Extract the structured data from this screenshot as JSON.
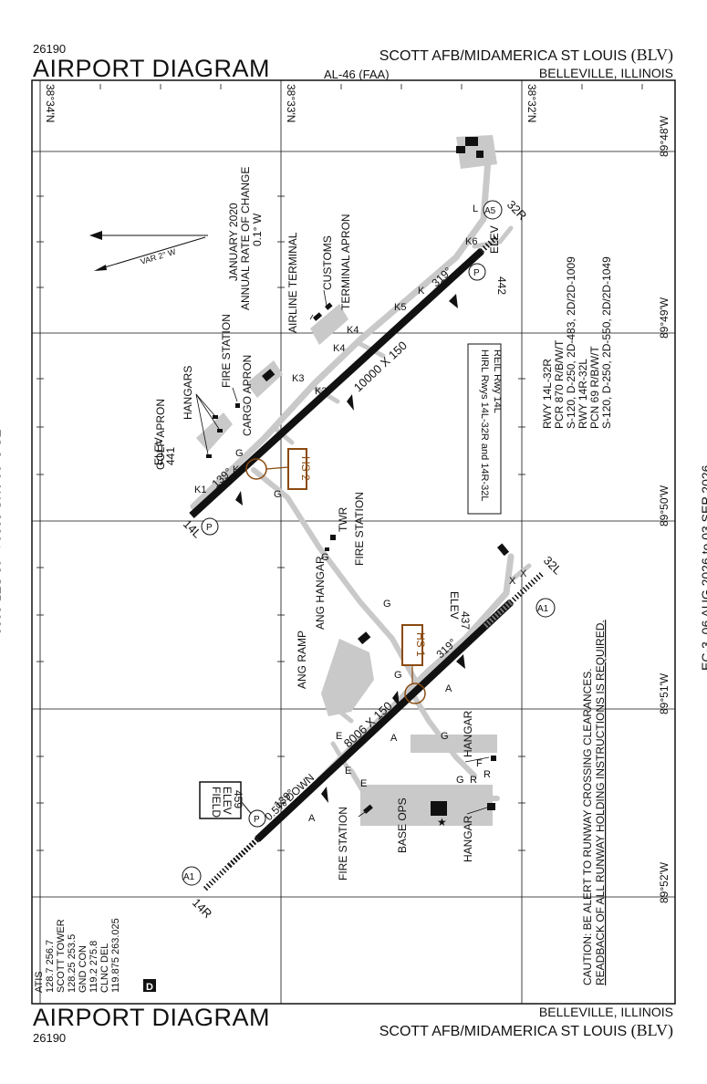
{
  "header": {
    "doc_number": "26190",
    "title": "AIRPORT DIAGRAM",
    "publication": "AL-46 (FAA)",
    "airport_name": "SCOTT AFB/MIDAMERICA ST LOUIS",
    "airport_code": "(BLV)",
    "city": "BELLEVILLE, ILLINOIS"
  },
  "footer": {
    "doc_number": "26190",
    "title": "AIRPORT DIAGRAM",
    "airport_name": "SCOTT AFB/MIDAMERICA ST LOUIS",
    "airport_code": "(BLV)",
    "city": "BELLEVILLE, ILLINOIS"
  },
  "effective_dates": "EC-3, 06 AUG 2026 to 03 SEP 2026",
  "coordinates": {
    "latitudes": [
      "38°34'N",
      "38°33'N",
      "38°32'N"
    ],
    "longitudes": [
      "89°48'W",
      "89°49'W",
      "89°50'W",
      "89°51'W",
      "89°52'W"
    ]
  },
  "magnetic_variation": {
    "date": "JANUARY 2020",
    "rate_label": "ANNUAL RATE OF CHANGE",
    "rate_value": "0.1° W",
    "var_label": "VAR 2° W"
  },
  "frequencies": {
    "lines": [
      "ATIS",
      "128.7  256.7",
      "SCOTT TOWER",
      "128.25  253.5",
      "GND CON",
      "119.2  275.8",
      "CLNC DEL",
      "119.875  263.025"
    ],
    "badge": "D"
  },
  "runway_data": {
    "lines": [
      "RWY 14L-32R",
      "PCR 870 R/B/W/T",
      "S-120, D-250, 2D-483, 2D/2D-1009",
      "RWY 14R-32L",
      "PCN 69 R/B/W/T",
      "S-120, D-250, 2D-550, 2D/2D-1049"
    ]
  },
  "lighting_box": {
    "lines": [
      "HIRL Rwys 14L-32R and 14R-32L",
      "REIL Rwy 14L"
    ]
  },
  "caution": {
    "line1": "CAUTION: BE ALERT TO RUNWAY CROSSING CLEARANCES.",
    "line2": "READBACK OF ALL RUNWAY HOLDING INSTRUCTIONS IS REQUIRED."
  },
  "field_elev": {
    "line1": "FIELD",
    "line2": "ELEV",
    "value": "459"
  },
  "runways": {
    "rwy_14l_32r_length": "10000 X 150",
    "rwy_14r_32l_length": "8006 X 150",
    "slope": "0.5% DOWN",
    "end_14l": "14L",
    "end_32r": "32R",
    "end_14r": "14R",
    "end_32l": "32L",
    "heading_139_a": "139°",
    "heading_139_b": "139°",
    "heading_319_a": "319°",
    "heading_319_b": "319°"
  },
  "elevations": {
    "elev_label": "ELEV",
    "rwy14l": "441",
    "rwy32r": "442",
    "rwy32l": "437"
  },
  "hotspots": {
    "hs1": "HS 1",
    "hs2": "HS 2"
  },
  "facility_labels": {
    "golf_apron": "GOLF APRON",
    "hangars": "HANGARS",
    "fire_station_top": "FIRE STATION",
    "cargo_apron": "CARGO APRON",
    "airline_terminal": "AIRLINE TERMINAL",
    "customs": "CUSTOMS",
    "terminal_apron": "TERMINAL APRON",
    "twr": "TWR",
    "fire_station_mid": "FIRE STATION",
    "ang_hangar": "ANG HANGAR",
    "ang_ramp": "ANG RAMP",
    "hangar_right": "HANGAR",
    "hangar_bottom": "HANGAR",
    "base_ops": "BASE OPS",
    "fire_station_bottom": "FIRE STATION"
  },
  "taxiway_labels": {
    "A": "A",
    "E": "E",
    "F": "F",
    "G": "G",
    "K": "K",
    "K1": "K1",
    "K3": "K3",
    "K4": "K4",
    "K5": "K5",
    "K6": "K6",
    "L": "L",
    "P": "P",
    "R": "R",
    "X": "X"
  },
  "markers": {
    "a1": "A1",
    "a5": "A5",
    "p": "P"
  }
}
